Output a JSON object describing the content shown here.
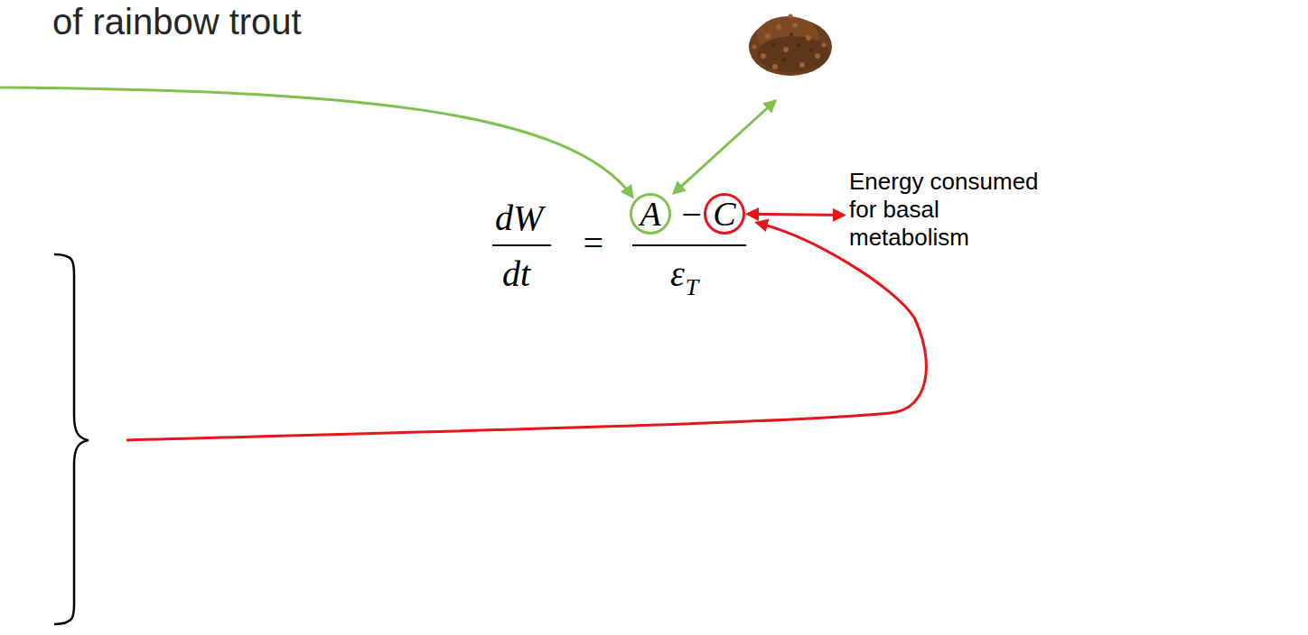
{
  "diagram": {
    "title": "of rainbow trout",
    "nodes": [
      {
        "text": [
          "A"
        ]
      },
      {
        "text": [
          "C"
        ]
      },
      {
        "text": [
          "Energy consumed for basal metabolism"
        ]
      }
    ],
    "edges": [
      {
        "from": 1,
        "to": 2,
        "arrow": "both"
      }
    ],
    "labels": [
      "dW",
      "dt",
      "=",
      "−",
      "ε",
      "T"
    ]
  }
}
